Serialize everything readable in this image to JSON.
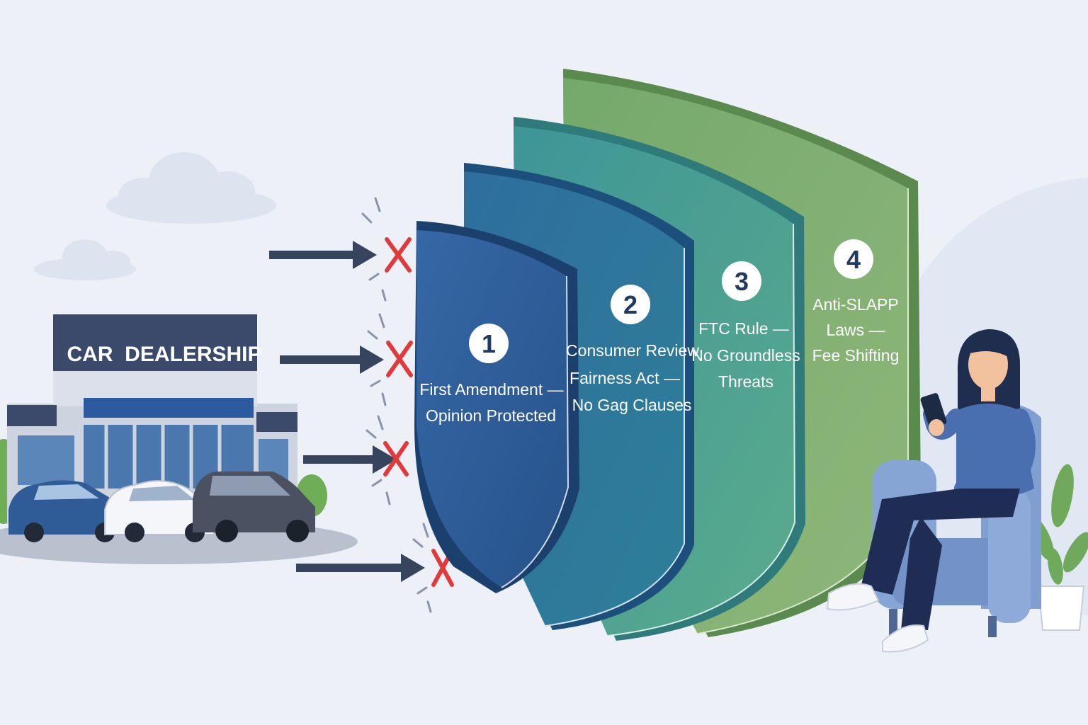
{
  "dealership": {
    "sign_text": "CAR  DEALERSHIP",
    "sign_color": "#3b4a6b",
    "building_accent": "#2c5aa0"
  },
  "attacks": {
    "arrow_color": "#36445e",
    "blocked_mark_color": "#e03a3a",
    "count": 4
  },
  "shields": [
    {
      "number": "1",
      "lines": [
        "First Amendment —",
        "Opinion Protected"
      ],
      "color": "#2f5f98"
    },
    {
      "number": "2",
      "lines": [
        "Consumer Review",
        "Fairness Act —",
        "No Gag Clauses"
      ],
      "color": "#2f7a9b"
    },
    {
      "number": "3",
      "lines": [
        "FTC Rule —",
        "No Groundless",
        "Threats"
      ],
      "color": "#4ea293"
    },
    {
      "number": "4",
      "lines": [
        "Anti-SLAPP",
        "Laws —",
        "Fee Shifting"
      ],
      "color": "#7fae6a"
    }
  ],
  "consumer": {
    "description_icon": "person-with-phone-icon",
    "sweater_color": "#4a6fb0",
    "chair_color": "#7f9fd1"
  }
}
